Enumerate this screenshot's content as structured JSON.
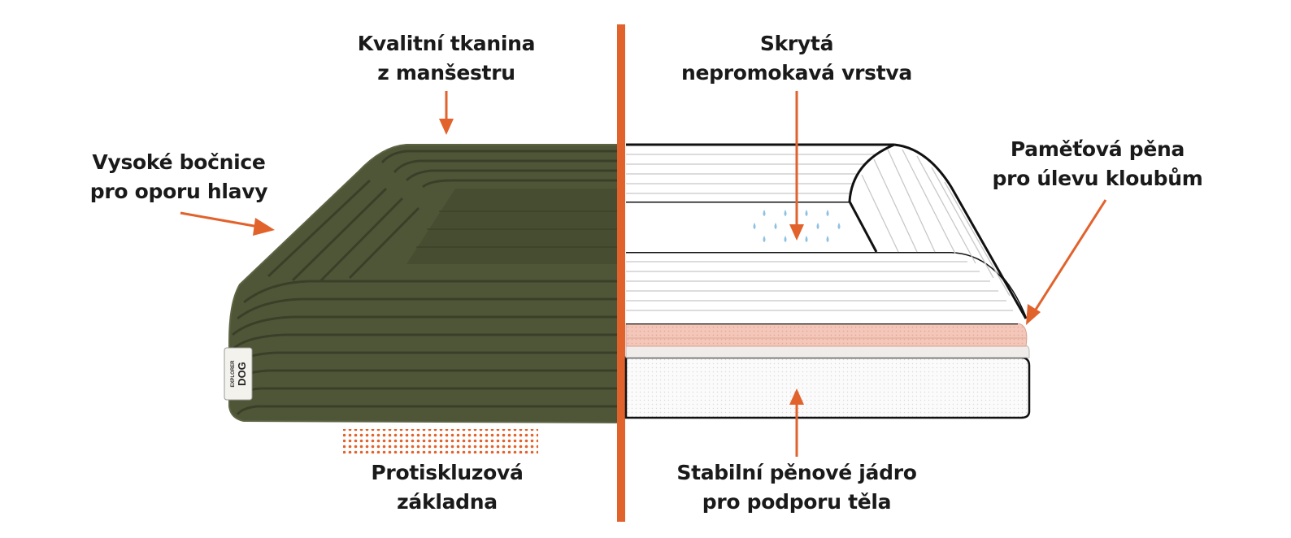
{
  "colors": {
    "accent": "#e2622c",
    "fabric": "#4f5638",
    "outline": "#111111",
    "memory_foam": "#f2c4b6",
    "drop": "#8fc1e3"
  },
  "labels": {
    "top_fabric": [
      "Kvalitní tkanina",
      "z manšestru"
    ],
    "side_bolster": [
      "Vysoké bočnice",
      "pro oporu hlavy"
    ],
    "waterproof": [
      "Skrytá",
      "nepromokavá vrstva"
    ],
    "memory_foam": [
      "Paměťová pěna",
      "pro úlevu kloubům"
    ],
    "anti_slip": [
      "Protiskluzová",
      "základna"
    ],
    "core": [
      "Stabilní pěnové jádro",
      "pro podporu těla"
    ]
  },
  "brand_tag": {
    "line1": "EXPLORER",
    "line2": "DOG"
  }
}
